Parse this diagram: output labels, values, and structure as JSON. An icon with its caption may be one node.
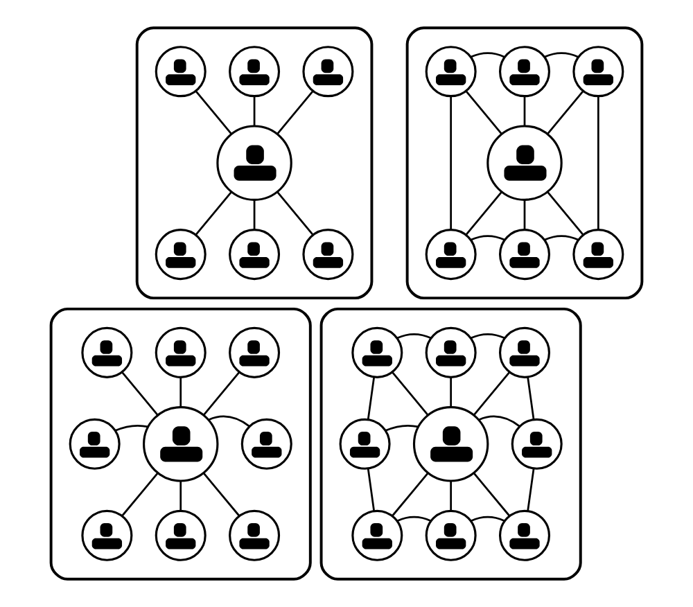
{
  "diagram": {
    "nodes": [
      {
        "text": [],
        "shape": "box"
      },
      {
        "text": [],
        "shape": "person",
        "in": 0
      },
      {
        "text": [],
        "shape": "person",
        "in": 0
      },
      {
        "text": [],
        "shape": "person",
        "in": 0
      },
      {
        "text": [],
        "shape": "person",
        "in": 0
      },
      {
        "text": [],
        "shape": "person",
        "in": 0
      },
      {
        "text": [],
        "shape": "person",
        "in": 0
      },
      {
        "text": [],
        "shape": "person",
        "in": 0
      },
      {
        "text": [],
        "shape": "box"
      },
      {
        "text": [],
        "shape": "person",
        "in": 8
      },
      {
        "text": [],
        "shape": "person",
        "in": 8
      },
      {
        "text": [],
        "shape": "person",
        "in": 8
      },
      {
        "text": [],
        "shape": "person",
        "in": 8
      },
      {
        "text": [],
        "shape": "person",
        "in": 8
      },
      {
        "text": [],
        "shape": "person",
        "in": 8
      },
      {
        "text": [],
        "shape": "person",
        "in": 8
      },
      {
        "text": [],
        "shape": "box"
      },
      {
        "text": [],
        "shape": "person",
        "in": 16
      },
      {
        "text": [],
        "shape": "person",
        "in": 16
      },
      {
        "text": [],
        "shape": "person",
        "in": 16
      },
      {
        "text": [],
        "shape": "person",
        "in": 16
      },
      {
        "text": [],
        "shape": "person",
        "in": 16
      },
      {
        "text": [],
        "shape": "person",
        "in": 16
      },
      {
        "text": [],
        "shape": "person",
        "in": 16
      },
      {
        "text": [],
        "shape": "person",
        "in": 16
      },
      {
        "text": [],
        "shape": "person",
        "in": 16
      },
      {
        "text": [],
        "shape": "box"
      },
      {
        "text": [],
        "shape": "person",
        "in": 26
      },
      {
        "text": [],
        "shape": "person",
        "in": 26
      },
      {
        "text": [],
        "shape": "person",
        "in": 26
      },
      {
        "text": [],
        "shape": "person",
        "in": 26
      },
      {
        "text": [],
        "shape": "person",
        "in": 26
      },
      {
        "text": [],
        "shape": "person",
        "in": 26
      },
      {
        "text": [],
        "shape": "person",
        "in": 26
      },
      {
        "text": [],
        "shape": "person",
        "in": 26
      },
      {
        "text": [],
        "shape": "person",
        "in": 26
      }
    ],
    "edges": [
      {
        "from": 1,
        "to": 2,
        "arrow": "none"
      },
      {
        "from": 1,
        "to": 3,
        "arrow": "none"
      },
      {
        "from": 1,
        "to": 4,
        "arrow": "none"
      },
      {
        "from": 1,
        "to": 5,
        "arrow": "none"
      },
      {
        "from": 1,
        "to": 6,
        "arrow": "none"
      },
      {
        "from": 1,
        "to": 7,
        "arrow": "none"
      },
      {
        "from": 9,
        "to": 10,
        "arrow": "none"
      },
      {
        "from": 9,
        "to": 11,
        "arrow": "none"
      },
      {
        "from": 9,
        "to": 12,
        "arrow": "none"
      },
      {
        "from": 9,
        "to": 13,
        "arrow": "none"
      },
      {
        "from": 9,
        "to": 14,
        "arrow": "none"
      },
      {
        "from": 9,
        "to": 15,
        "arrow": "none"
      },
      {
        "from": 10,
        "to": 11,
        "arrow": "none"
      },
      {
        "from": 11,
        "to": 12,
        "arrow": "none"
      },
      {
        "from": 12,
        "to": 13,
        "arrow": "none"
      },
      {
        "from": 13,
        "to": 14,
        "arrow": "none"
      },
      {
        "from": 14,
        "to": 15,
        "arrow": "none"
      },
      {
        "from": 15,
        "to": 10,
        "arrow": "none"
      },
      {
        "from": 17,
        "to": 18,
        "arrow": "none"
      },
      {
        "from": 17,
        "to": 19,
        "arrow": "none"
      },
      {
        "from": 17,
        "to": 20,
        "arrow": "none"
      },
      {
        "from": 17,
        "to": 21,
        "arrow": "none"
      },
      {
        "from": 17,
        "to": 22,
        "arrow": "none"
      },
      {
        "from": 17,
        "to": 23,
        "arrow": "none"
      },
      {
        "from": 17,
        "to": 24,
        "arrow": "none"
      },
      {
        "from": 17,
        "to": 25,
        "arrow": "none"
      },
      {
        "from": 27,
        "to": 28,
        "arrow": "none"
      },
      {
        "from": 27,
        "to": 29,
        "arrow": "none"
      },
      {
        "from": 27,
        "to": 30,
        "arrow": "none"
      },
      {
        "from": 27,
        "to": 31,
        "arrow": "none"
      },
      {
        "from": 27,
        "to": 32,
        "arrow": "none"
      },
      {
        "from": 27,
        "to": 33,
        "arrow": "none"
      },
      {
        "from": 27,
        "to": 34,
        "arrow": "none"
      },
      {
        "from": 27,
        "to": 35,
        "arrow": "none"
      },
      {
        "from": 28,
        "to": 29,
        "arrow": "none"
      },
      {
        "from": 29,
        "to": 30,
        "arrow": "none"
      },
      {
        "from": 30,
        "to": 31,
        "arrow": "none"
      },
      {
        "from": 31,
        "to": 32,
        "arrow": "none"
      },
      {
        "from": 32,
        "to": 33,
        "arrow": "none"
      },
      {
        "from": 33,
        "to": 34,
        "arrow": "none"
      },
      {
        "from": 34,
        "to": 35,
        "arrow": "none"
      },
      {
        "from": 35,
        "to": 28,
        "arrow": "none"
      }
    ]
  }
}
